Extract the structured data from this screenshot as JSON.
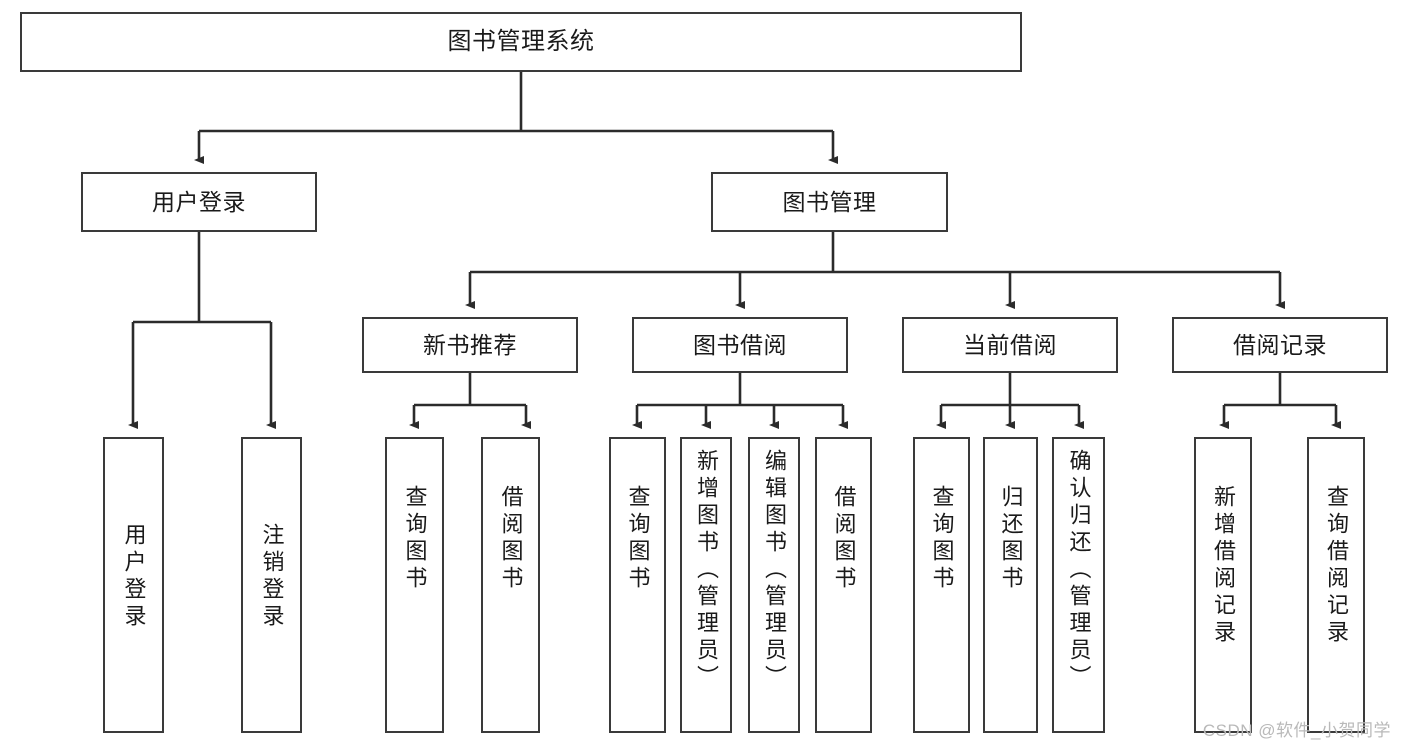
{
  "diagram": {
    "type": "tree-hierarchy-chart",
    "title": "图书管理系统",
    "watermark": "CSDN @软件_小贺同学",
    "colors": {
      "box_border": "#3a3a3a",
      "box_fill": "#ffffff",
      "edge": "#2b2b2b",
      "text": "#1a1a1a",
      "watermark": "#b9b9b9",
      "background": "#ffffff"
    },
    "nodes": {
      "root": {
        "label": "图书管理系统"
      },
      "level2": [
        {
          "id": "user-login",
          "label": "用户登录"
        },
        {
          "id": "book-management",
          "label": "图书管理"
        }
      ],
      "level3": [
        {
          "id": "new-book-recommend",
          "label": "新书推荐"
        },
        {
          "id": "book-borrow",
          "label": "图书借阅"
        },
        {
          "id": "current-borrow",
          "label": "当前借阅"
        },
        {
          "id": "borrow-record",
          "label": "借阅记录"
        }
      ],
      "leaves": {
        "user_login": [
          {
            "id": "leaf-user-login",
            "label": "用户登录"
          },
          {
            "id": "leaf-logout-login",
            "label": "注销登录"
          }
        ],
        "new_book_recommend": [
          {
            "id": "leaf-query-book-1",
            "label": "查询图书"
          },
          {
            "id": "leaf-borrow-book-1",
            "label": "借阅图书"
          }
        ],
        "book_borrow": [
          {
            "id": "leaf-query-book-2",
            "label": "查询图书"
          },
          {
            "id": "leaf-add-book",
            "label": "新增图书（管理员）"
          },
          {
            "id": "leaf-edit-book",
            "label": "编辑图书（管理员）"
          },
          {
            "id": "leaf-borrow-book-2",
            "label": "借阅图书"
          }
        ],
        "current_borrow": [
          {
            "id": "leaf-query-book-3",
            "label": "查询图书"
          },
          {
            "id": "leaf-return-book",
            "label": "归还图书"
          },
          {
            "id": "leaf-confirm-return",
            "label": "确认归还（管理员）"
          }
        ],
        "borrow_record": [
          {
            "id": "leaf-add-record",
            "label": "新增借阅记录"
          },
          {
            "id": "leaf-query-record",
            "label": "查询借阅记录"
          }
        ]
      }
    }
  }
}
